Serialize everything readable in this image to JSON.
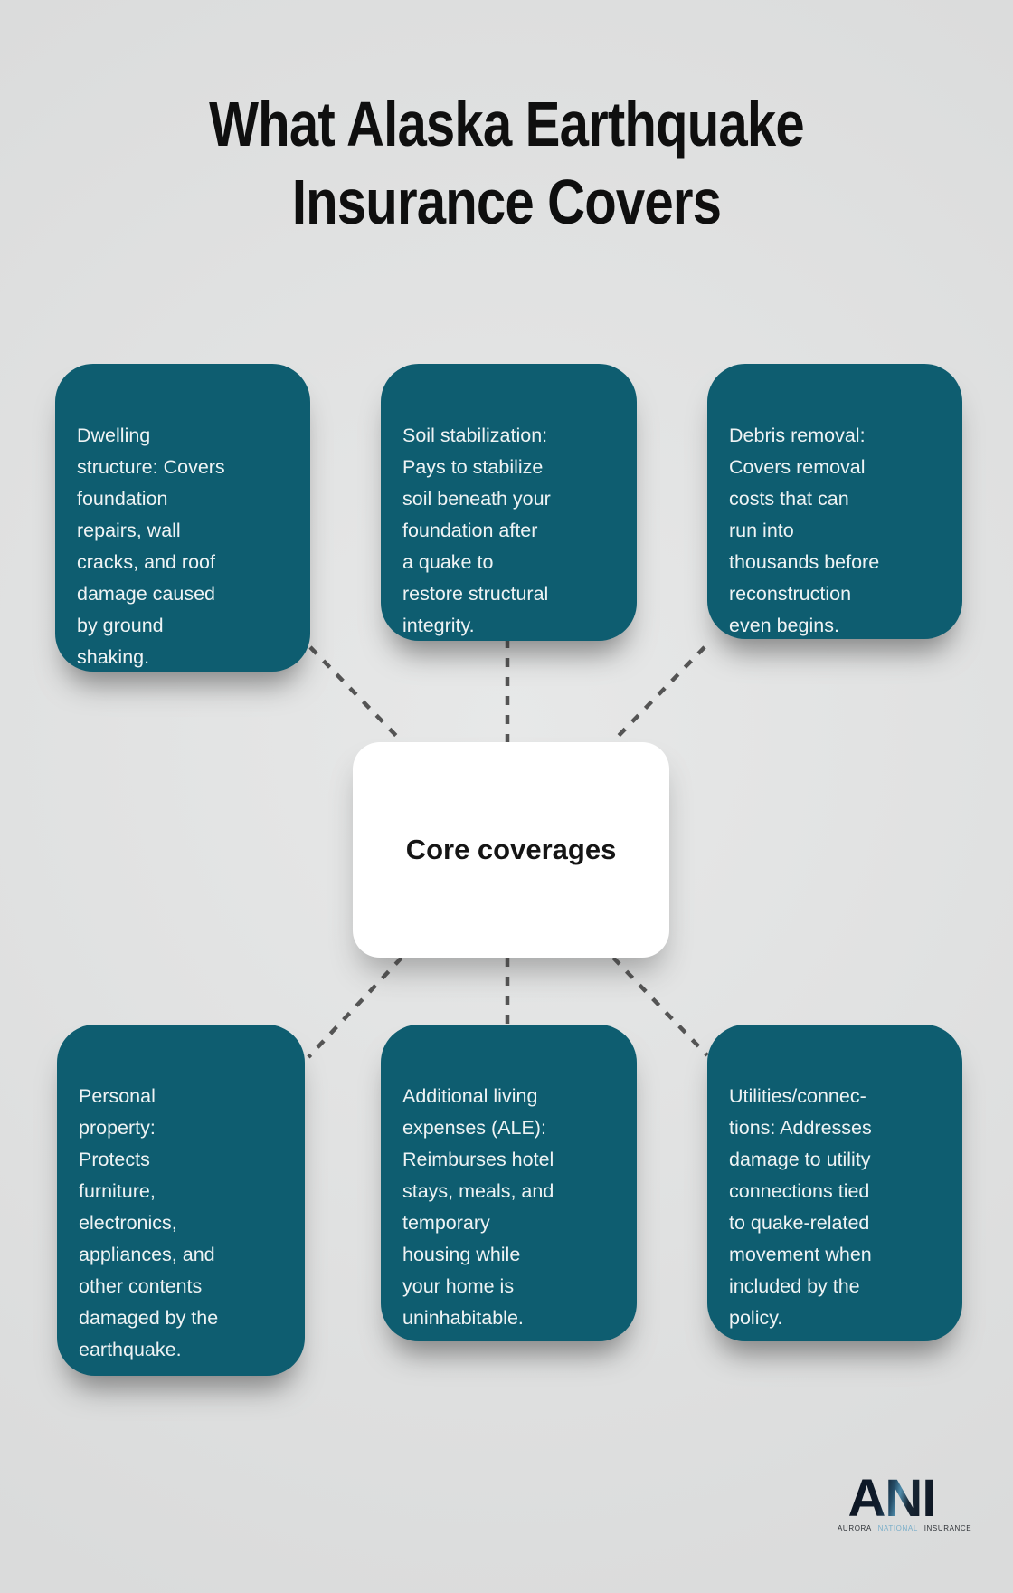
{
  "title": {
    "line1": "What Alaska Earthquake",
    "line2": "Insurance Covers"
  },
  "center": {
    "label": "Core coverages"
  },
  "boxes": [
    {
      "id": "dwelling-structure",
      "lines": [
        "Dwelling",
        "structure: Covers",
        "foundation",
        "repairs, wall",
        "cracks, and roof",
        "damage caused",
        "by ground",
        "shaking."
      ]
    },
    {
      "id": "soil-stabilization",
      "lines": [
        "Soil stabilization:",
        "Pays to stabilize",
        "soil beneath your",
        "foundation after",
        "a quake to",
        "restore structural",
        "integrity."
      ]
    },
    {
      "id": "debris-removal",
      "lines": [
        "Debris removal:",
        "Covers removal",
        "costs that can",
        "run into",
        "thousands before",
        "reconstruction",
        "even begins."
      ]
    },
    {
      "id": "personal-property",
      "lines": [
        "Personal",
        "property:",
        "Protects",
        "furniture,",
        "electronics,",
        "appliances, and",
        "other contents",
        "damaged by the",
        "earthquake."
      ]
    },
    {
      "id": "additional-living-expenses",
      "lines": [
        "Additional living",
        "expenses (ALE):",
        "Reimburses hotel",
        "stays, meals, and",
        "temporary",
        "housing while",
        "your home is",
        "uninhabitable."
      ]
    },
    {
      "id": "utilities-connections",
      "lines": [
        "Utilities/connec-",
        "tions: Addresses",
        "damage to utility",
        "connections tied",
        "to quake-related",
        "movement when",
        "included by the",
        "policy."
      ]
    }
  ],
  "logo": {
    "acronym": "ANI",
    "words": [
      "AURORA",
      "NATIONAL",
      "INSURANCE"
    ]
  },
  "colors": {
    "background": "#e0e1e1",
    "box_teal": "#0e5d70",
    "box_text": "#eef3f4",
    "center_bg": "#ffffff",
    "title_text": "#0f0f0f",
    "dash_line": "#545454",
    "logo_dark": "#0c1420",
    "logo_accent": "#79aec9"
  }
}
